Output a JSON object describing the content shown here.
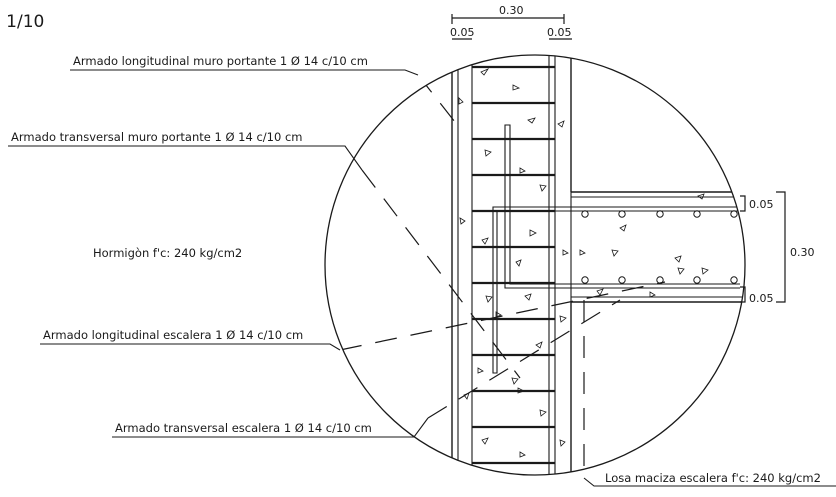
{
  "scale_label": "E 1/10",
  "labels": {
    "longitudinal_wall": "Armado longitudinal muro portante 1 Ø 14 c/10 cm",
    "transversal_wall": "Armado transversal muro portante 1 Ø 14 c/10 cm",
    "concrete": "Hormigòn f'c: 240 kg/cm2",
    "longitudinal_stair": "Armado longitudinal escalera 1 Ø 14 c/10 cm",
    "transversal_stair": "Armado transversal escalera 1 Ø 14 c/10 cm",
    "slab": "Losa maciza escalera f'c: 240 kg/cm2"
  },
  "dimensions": {
    "wall_width": "0.30",
    "cover_left": "0.05",
    "cover_right": "0.05",
    "slab_top_cover": "0.05",
    "slab_thickness": "0.30",
    "slab_bottom_cover": "0.05"
  },
  "colors": {
    "ink": "#1a1a1a",
    "background": "#ffffff"
  }
}
